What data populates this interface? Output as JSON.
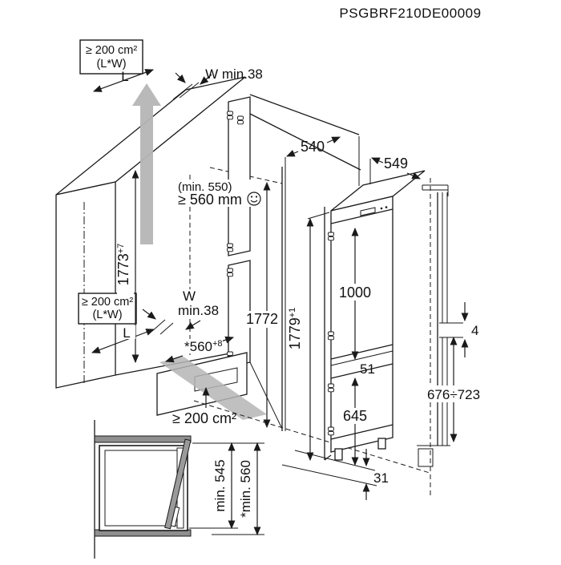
{
  "title": "PSGBRF210DE00009",
  "colors": {
    "line": "#1a1a1a",
    "airflow_gray": "#b5b5b5",
    "panel_gray": "#8f8f8f"
  },
  "niche_view": {
    "vent_area_top": {
      "line1": "≥ 200 cm²",
      "line2": "(L*W)"
    },
    "vent_area_mid": {
      "line1": "≥ 200 cm²",
      "line2": "(L*W)"
    },
    "vent_area_bottom": "≥ 200 cm²",
    "length_top": "L",
    "length_mid": "L",
    "gap_top": "W min.38",
    "gap_mid_line1": "W",
    "gap_mid_line2": "min.38",
    "niche_height_outer": {
      "value": "1773",
      "sup": "+7"
    },
    "niche_height_inner": "1772",
    "depth_note": "(min. 550)",
    "depth_recommended": "≥ 560 mm",
    "niche_depth": {
      "value": "*560",
      "sup": "+8"
    }
  },
  "appliance_view": {
    "top_depth": "540",
    "depth_with_door": "549",
    "appliance_height": {
      "value": "1779",
      "sup": "+1"
    },
    "upper_door_height": "1000",
    "door_gap": "51",
    "lower_door_height": "645",
    "plinth_height": "31"
  },
  "side_view": {
    "door_clearance": "4",
    "hinge_height_range": "676÷723"
  },
  "plan_view": {
    "depth_min": "min. 545",
    "depth_with_door_min": "*min. 560"
  }
}
